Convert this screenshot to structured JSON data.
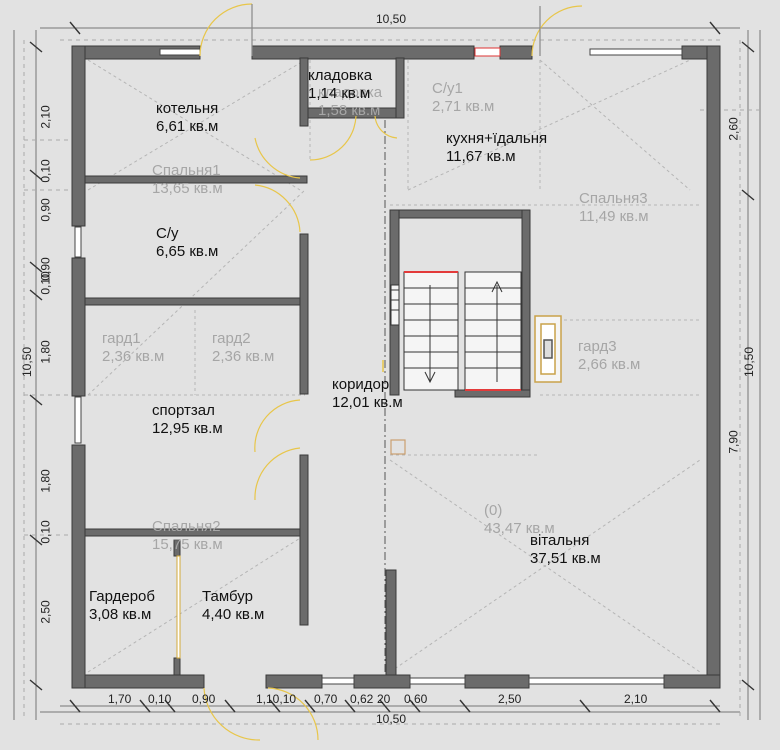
{
  "rooms": {
    "kotelnya": {
      "name": "котельня",
      "area": "6,61 кв.м"
    },
    "kladovka": {
      "name": "кладовка",
      "area": "1,14 кв.м",
      "ghost_name": "кладовка",
      "ghost_area": "1,58 кв.м"
    },
    "su1_ghost": {
      "name": "С/у1",
      "area": "2,71 кв.м"
    },
    "kukhnya": {
      "name": "кухня+їдальня",
      "area": "11,67 кв.м"
    },
    "spalnya1_ghost": {
      "name": "Спальня1",
      "area": "13,65 кв.м"
    },
    "spalnya3_ghost": {
      "name": "Спальня3",
      "area": "11,49 кв.м"
    },
    "su": {
      "name": "С/у",
      "area": "6,65 кв.м"
    },
    "gard1_ghost": {
      "name": "гард1",
      "area": "2,36 кв.м"
    },
    "gard2_ghost": {
      "name": "гард2",
      "area": "2,36 кв.м"
    },
    "gard3_ghost": {
      "name": "гард3",
      "area": "2,66 кв.м"
    },
    "korydor": {
      "name": "коридор",
      "area": "12,01 кв.м"
    },
    "sportzal": {
      "name": "спортзал",
      "area": "12,95 кв.м"
    },
    "spalnya2_ghost": {
      "name": "Спальня2",
      "area": "15,75 кв.м"
    },
    "vitalnya": {
      "name": "вітальня",
      "area": "37,51 кв.м",
      "ghost_name": "(0)",
      "ghost_area": "43,47 кв.м"
    },
    "garderob": {
      "name": "Гардероб",
      "area": "3,08 кв.м"
    },
    "tambur": {
      "name": "Тамбур",
      "area": "4,40 кв.м"
    }
  },
  "dimensions": {
    "top_total": "10,50",
    "bottom_total": "10,50",
    "bottom_segments": [
      "1,70",
      "0,10",
      "0,90",
      "1,10,10",
      "0,70",
      "0,62",
      "20",
      "0,60",
      "2,50",
      "2,10"
    ],
    "left_total": "10,50",
    "left_segments": [
      "2,10",
      "0,10",
      "0,90",
      "0,10",
      "0,90",
      "1,80",
      "1,80",
      "0,10",
      "2,50"
    ],
    "right_total": "10,50",
    "right_segments": [
      "2,60",
      "7,90"
    ]
  },
  "colors": {
    "background": "#e2e2e2",
    "wall": "#6b6b6b",
    "wall_stroke": "#3a3a3a",
    "ghost_text": "#a6a6a6",
    "door_arc": "#e8c64a",
    "stair_red": "#e33a3a"
  }
}
